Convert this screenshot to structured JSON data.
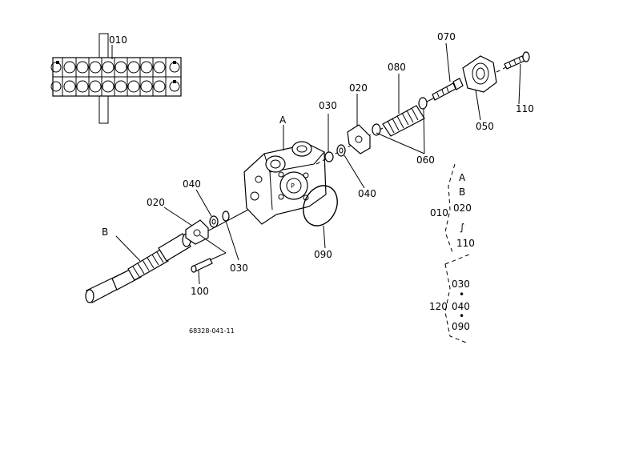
{
  "labels": {
    "inset_010": "010",
    "A": "A",
    "B": "B",
    "p030_top": "030",
    "p020_top": "020",
    "p080": "080",
    "p070": "070",
    "p110": "110",
    "p050": "050",
    "p060": "060",
    "p040_right": "040",
    "p090": "090",
    "p040_left": "040",
    "p020_left": "020",
    "p030_left": "030",
    "p100": "100",
    "drawing_no": "68328-041-11"
  },
  "legend": {
    "g1_a": "A",
    "g1_b": "B",
    "g1_parent": "010",
    "g1_from": "020",
    "g1_tilde": "∫",
    "g1_to": "110",
    "g2_a": "030",
    "g2_dot1": "•",
    "g2_parent": "120",
    "g2_b": "040",
    "g2_dot2": "•",
    "g2_c": "090"
  }
}
